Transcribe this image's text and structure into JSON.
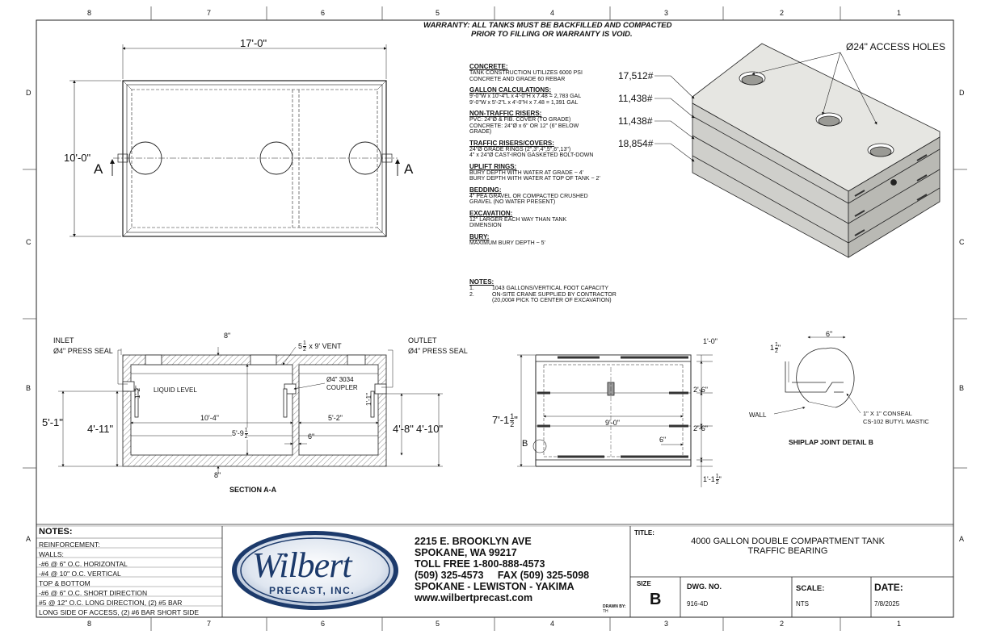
{
  "border": {
    "cols": [
      "8",
      "7",
      "6",
      "5",
      "4",
      "3",
      "2",
      "1"
    ],
    "rows": [
      "D",
      "C",
      "B",
      "A"
    ]
  },
  "warranty": [
    "WARRANTY: ALL TANKS MUST BE BACKFILLED AND COMPACTED",
    "PRIOR TO FILLING OR WARRANTY IS VOID."
  ],
  "spec_notes": [
    {
      "heading": "CONCRETE:",
      "lines": [
        "TANK CONSTRUCTION UTILIZES 6000 PSI",
        "CONCRETE AND GRADE 60 REBAR"
      ]
    },
    {
      "heading": "GALLON CALCULATIONS:",
      "lines": [
        "9'-0\"W x 10'-4\"L x 4'-0\"H x 7.48 = 2,783 GAL",
        "9'-0\"W x  5'-2\"L x 4'-0\"H x 7.48 = 1,391 GAL"
      ]
    },
    {
      "heading": "NON-TRAFFIC RISERS:",
      "lines": [
        "PVC: 24\"Ø & FIB. COVER (TO GRADE)",
        "CONCRETE: 24\"Ø x 6\" OR 12\" (6\" BELOW",
        "GRADE)"
      ]
    },
    {
      "heading": "TRAFFIC RISERS/COVERS:",
      "lines": [
        "24\"Ø GRADE RINGS (2\",3\",4\",5\",6\",13\")",
        "4\" x 24\"Ø CAST-IRON GASKETED BOLT-DOWN"
      ]
    },
    {
      "heading": "UPLIFT RINGS:",
      "lines": [
        "BURY DEPTH WITH WATER AT GRADE ~ 4'",
        "BURY DEPTH WITH WATER AT TOP OF TANK ~ 2'"
      ]
    },
    {
      "heading": "BEDDING:",
      "lines": [
        "4\" PEA GRAVEL OR COMPACTED CRUSHED",
        "GRAVEL (NO WATER PRESENT)"
      ]
    },
    {
      "heading": "EXCAVATION:",
      "lines": [
        "12\" LARGER EACH WAY THAN TANK",
        "DIMENSION"
      ]
    },
    {
      "heading": "BURY:",
      "lines": [
        "MAXIMUM BURY DEPTH ~ 5'"
      ]
    }
  ],
  "numbered_notes": {
    "heading": "NOTES:",
    "items": [
      {
        "num": "1.",
        "text": "1043 GALLONS/VERTICAL FOOT CAPACITY"
      },
      {
        "num": "2.",
        "text": "ON-SITE CRANE SUPPLIED BY CONTRACTOR"
      },
      {
        "num": "",
        "text": "(20,000# PICK TO CENTER OF EXCAVATION)"
      }
    ]
  },
  "plan_view": {
    "length": "17'-0\"",
    "width": "10'-0\"",
    "section_mark": "A"
  },
  "iso_view": {
    "access_holes": "Ø24\" ACCESS HOLES",
    "weights": [
      "17,512#",
      "11,438#",
      "11,438#",
      "18,854#"
    ]
  },
  "section": {
    "title": "SECTION A-A",
    "inlet": [
      "INLET",
      "Ø4\" PRESS SEAL"
    ],
    "outlet": [
      "OUTLET",
      "Ø4\" PRESS SEAL"
    ],
    "top_thk": "8\"",
    "vent_whole": "5",
    "vent_num": "1",
    "vent_den": "2",
    "vent_rest": " x 9' VENT",
    "liquid": "LIQUID LEVEL",
    "coupler": [
      "Ø4\" 3034",
      "COUPLER"
    ],
    "d_inlet_drop": "1'-2\"",
    "d_outlet_drop": "1'-1\"",
    "d_left_total": "5'-1\"",
    "d_left_liquid": "4'-11\"",
    "d_right_liquid": "4'-8\"",
    "d_right_total": "4'-10\"",
    "d_big_comp": "10'-4\"",
    "d_small_comp": "5'-2\"",
    "d_inside_h_whole": "5'-9",
    "d_inside_h_num": "1",
    "d_inside_h_den": "2",
    "d_wall": "6\"",
    "d_bottom": "8\""
  },
  "end_view": {
    "top_thk": "1'-0\"",
    "seg1": "2'-6\"",
    "seg2": "2'-6\"",
    "width": "9'-0\"",
    "wall": "6\"",
    "bottom_whole": "1'-1",
    "bottom_num": "1",
    "bottom_den": "2",
    "total_whole": "7'-1",
    "total_num": "1",
    "total_den": "2",
    "detail_mark": "B"
  },
  "shiplap": {
    "title": "SHIPLAP JOINT DETAIL B",
    "width": "6\"",
    "height_whole": "1",
    "height_num": "1",
    "height_den": "2",
    "wall": "WALL",
    "seal": [
      "1\" X 1\" CONSEAL",
      "CS-102 BUTYL MASTIC"
    ]
  },
  "title_block": {
    "notes_heading": "NOTES:",
    "notes": [
      "REINFORCEMENT:",
      "WALLS:",
      "-#6 @  6\" O.C. HORIZONTAL",
      "-#4 @ 10\" O.C. VERTICAL",
      "TOP & BOTTOM",
      "-#6 @ 6\" O.C. SHORT DIRECTION",
      "#5 @ 12\" O.C. LONG DIRECTION, (2) #5 BAR",
      "LONG SIDE OF ACCESS, (2) #6 BAR SHORT SIDE"
    ],
    "logo_main": "Wilbert",
    "logo_sub": "PRECAST, INC.",
    "address": [
      "2215 E. BROOKLYN AVE",
      "SPOKANE, WA 99217",
      "TOLL FREE 1-800-888-4573",
      "(509) 325-4573     FAX (509) 325-5098",
      "SPOKANE - LEWISTON - YAKIMA",
      "www.wilbertprecast.com"
    ],
    "drawn_by_label": "DRAWN BY:",
    "drawn_by": "TH",
    "title_label": "TITLE:",
    "title_lines": [
      "4000 GALLON DOUBLE COMPARTMENT TANK",
      "TRAFFIC BEARING"
    ],
    "size_label": "SIZE",
    "size": "B",
    "dwg_label": "DWG.  NO.",
    "dwg": "916-4D",
    "scale_label": "SCALE:",
    "scale": "NTS",
    "date_label": "DATE:",
    "date": "7/8/2025"
  }
}
